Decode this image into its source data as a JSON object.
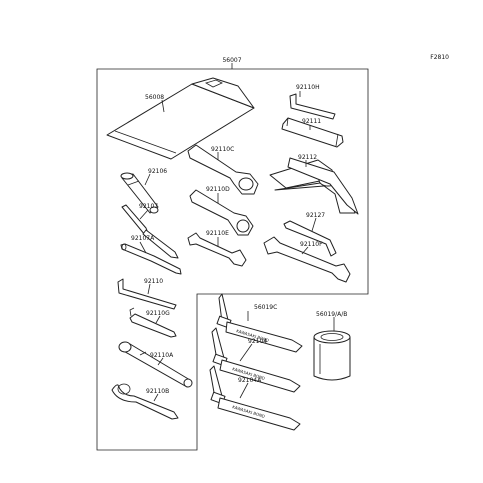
{
  "figure_code": "F2810",
  "assembly_label": "56007",
  "parts": {
    "p56008": "56008",
    "p92110H": "92110H",
    "p92111": "92111",
    "p92110C": "92110C",
    "p92112": "92112",
    "p92106": "92106",
    "p92110D": "92110D",
    "p92107": "92107",
    "p92127": "92127",
    "p92107A": "92107A",
    "p92110E": "92110E",
    "p92110F": "92110F",
    "p92110": "92110",
    "p92110G": "92110G",
    "p92110A": "92110A",
    "p92110B": "92110B",
    "p56019C": "56019C",
    "p92104": "92104",
    "p92104A": "92104A",
    "p56019AB": "56019/A/B"
  },
  "tube_print": "KAWASAKI BOND"
}
